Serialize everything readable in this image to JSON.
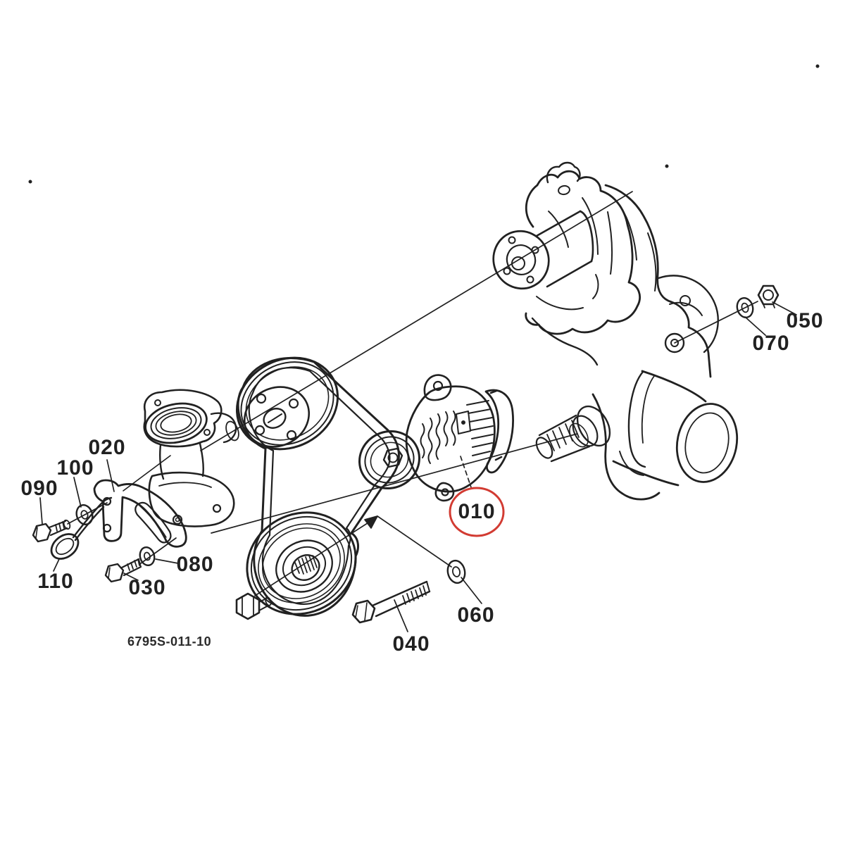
{
  "figure": {
    "drawing_code": "6795S-011-10"
  },
  "colors": {
    "line": "#212121",
    "highlight": "#d23b32",
    "background": "#ffffff"
  },
  "callouts": [
    {
      "label": "010",
      "highlighted": true
    },
    {
      "label": "020",
      "highlighted": false
    },
    {
      "label": "030",
      "highlighted": false
    },
    {
      "label": "040",
      "highlighted": false
    },
    {
      "label": "050",
      "highlighted": false
    },
    {
      "label": "060",
      "highlighted": false
    },
    {
      "label": "070",
      "highlighted": false
    },
    {
      "label": "080",
      "highlighted": false
    },
    {
      "label": "090",
      "highlighted": false
    },
    {
      "label": "100",
      "highlighted": false
    },
    {
      "label": "110",
      "highlighted": false
    }
  ]
}
